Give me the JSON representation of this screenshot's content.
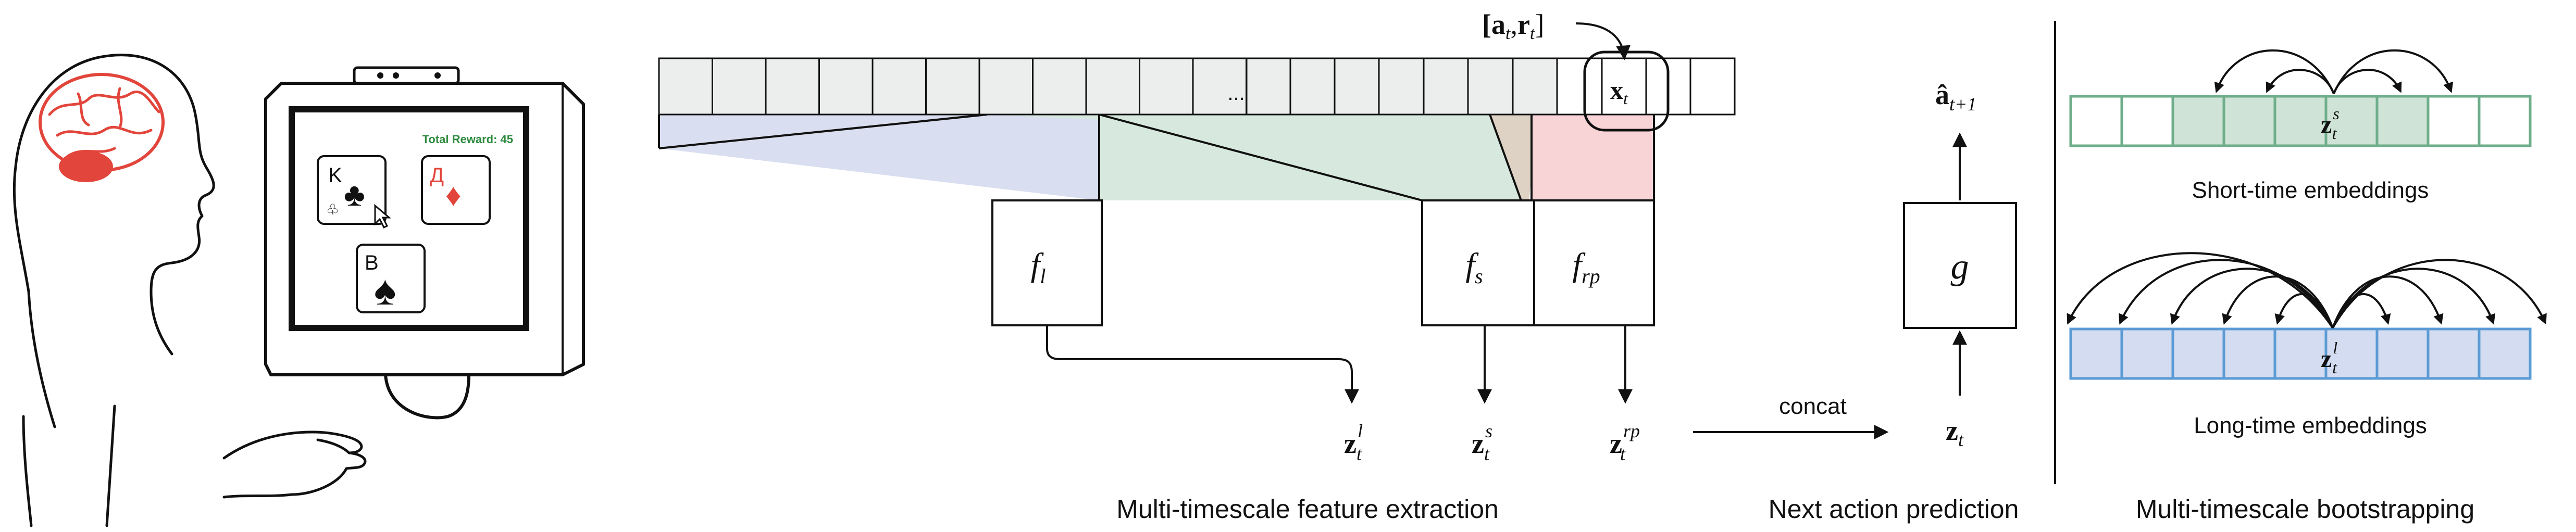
{
  "illustration": {
    "total_reward_label": "Total Reward: 45",
    "cards": [
      {
        "rank": "K",
        "suit": "♣",
        "small_suit": "♧"
      },
      {
        "rank": "Д",
        "suit": "♦"
      },
      {
        "rank": "B",
        "suit": "♠"
      }
    ]
  },
  "input_label": "[a",
  "input_label_r": "r",
  "input_label_t": "t",
  "xt_main": "x",
  "xt_sub": "t",
  "ellipsis": "...",
  "encoders": {
    "fl_main": "f",
    "fl_sub": "l",
    "fs_main": "f",
    "fs_sub": "s",
    "frp_main": "f",
    "frp_sub": "rp"
  },
  "outputs": {
    "z_main": "z",
    "zl_sup": "l",
    "zs_sup": "s",
    "zrp_sup": "rp",
    "t": "t"
  },
  "concat_label": "concat",
  "predictor": {
    "g": "g",
    "zt_main": "z",
    "zt_sub": "t",
    "ahat_main": "â",
    "ahat_sub": "t+1"
  },
  "bootstrapping": {
    "short_label": "Short-time embeddings",
    "long_label": "Long-time embeddings",
    "zs_main": "z",
    "zs_sup": "s",
    "zl_main": "z",
    "zl_sup": "l",
    "t": "t"
  },
  "captions": {
    "extraction": "Multi-timescale feature extraction",
    "prediction": "Next action prediction",
    "bootstrapping": "Multi-timescale bootstrapping"
  },
  "colors": {
    "blue_region": "#d9def0",
    "green_region": "#d7e9df",
    "tan_region": "#ddd2c4",
    "pink_region": "#f9d4d7",
    "cell_fill": "#eceeed",
    "green_stroke": "#6fae8b",
    "green_fill": "#cfe3d6",
    "blue_stroke": "#5b9bd5",
    "blue_fill": "#d3dcf0",
    "brain": "#e2453b",
    "reward_text": "#2d8a3e",
    "diamond": "#e2453b"
  }
}
